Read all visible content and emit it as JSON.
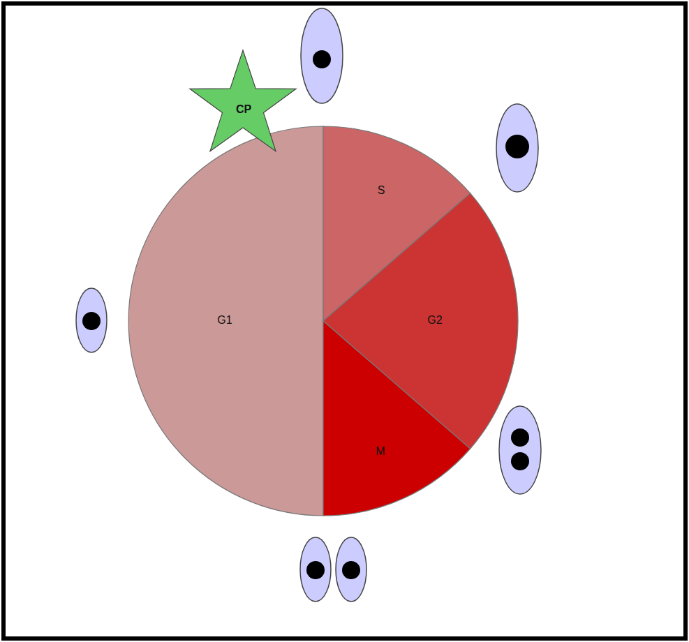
{
  "diagram": {
    "nodes": [
      {
        "text": [
          "G1"
        ]
      },
      {
        "text": [
          "S"
        ]
      },
      {
        "text": [
          "G2"
        ]
      },
      {
        "text": [
          "M"
        ]
      },
      {
        "text": [
          "CP"
        ]
      }
    ]
  }
}
